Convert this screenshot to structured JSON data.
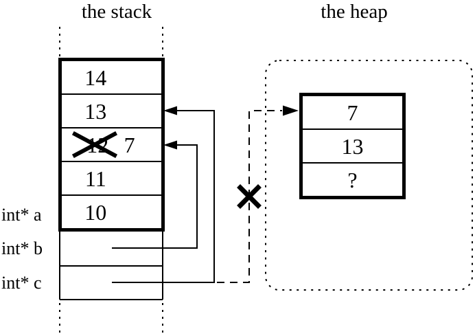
{
  "colors": {
    "ink": "#000000",
    "paper": "#ffffff"
  },
  "stack": {
    "title": "the stack",
    "cells": [
      {
        "value": "14"
      },
      {
        "value": "13"
      },
      {
        "old_value": "12",
        "new_value": "7",
        "crossed_out": true
      },
      {
        "value": "11"
      },
      {
        "value": "10"
      }
    ]
  },
  "heap": {
    "title": "the heap",
    "cells": [
      {
        "value": "7"
      },
      {
        "value": "13"
      },
      {
        "value": "?"
      }
    ]
  },
  "variables": [
    {
      "label": "int* a"
    },
    {
      "label": "int* b"
    },
    {
      "label": "int* c"
    }
  ],
  "icons": {
    "overwritten_value_mark": "x-cross",
    "severed_pointer_mark": "x-cross"
  }
}
